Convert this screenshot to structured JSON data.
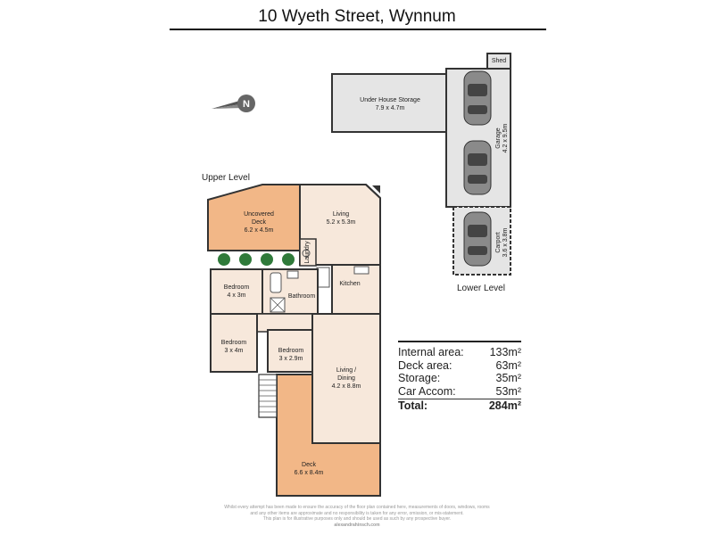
{
  "title": "10 Wyeth Street, Wynnum",
  "levels": {
    "upper": "Upper Level",
    "lower": "Lower Level"
  },
  "rooms": {
    "uncovered_deck": {
      "name": "Uncovered Deck",
      "dims": "6.2 x 4.5m"
    },
    "living": {
      "name": "Living",
      "dims": "5.2 x 5.3m"
    },
    "laundry": {
      "name": "Laundry"
    },
    "kitchen": {
      "name": "Kitchen"
    },
    "bedroom1": {
      "name": "Bedroom",
      "dims": "4 x 3m"
    },
    "bathroom": {
      "name": "Bathroom"
    },
    "bedroom2": {
      "name": "Bedroom",
      "dims": "3 x 4m"
    },
    "bedroom3": {
      "name": "Bedroom",
      "dims": "3 x 2.9m"
    },
    "living_dining": {
      "name": "Living / Dining",
      "dims": "4.2 x 8.8m"
    },
    "deck": {
      "name": "Deck",
      "dims": "6.6 x 8.4m"
    },
    "under_house_storage": {
      "name": "Under House Storage",
      "dims": "7.9 x 4.7m"
    },
    "shed": {
      "name": "Shed"
    },
    "garage": {
      "name": "Garage",
      "dims": "4.2 x 9.5m"
    },
    "carport": {
      "name": "Carport",
      "dims": "3.6 x 3.8m"
    }
  },
  "compass": {
    "letter": "N"
  },
  "areas": [
    {
      "label": "Internal area:",
      "value": "133m²"
    },
    {
      "label": "Deck area:",
      "value": "63m²"
    },
    {
      "label": "Storage:",
      "value": "35m²"
    },
    {
      "label": "Car Accom:",
      "value": "53m²"
    }
  ],
  "total": {
    "label": "Total:",
    "value": "284m²"
  },
  "disclaimer": {
    "line1": "Whilst every attempt has been made to ensure the accuracy of the floor plan contained here, measurements of doors, windows, rooms",
    "line2": "and any other items are approximate and no responsibility is taken for any error, omission, or mis-statement.",
    "line3": "This plan is for illustrative purposes only and should be used as such by any prospective buyer.",
    "line4": "alexandrahinsch.com"
  },
  "colors": {
    "deck": "#f2b787",
    "floor": "#f7e8db",
    "lower_floor": "#e5e5e5",
    "wall": "#333333",
    "plant": "#2f7a3a"
  }
}
